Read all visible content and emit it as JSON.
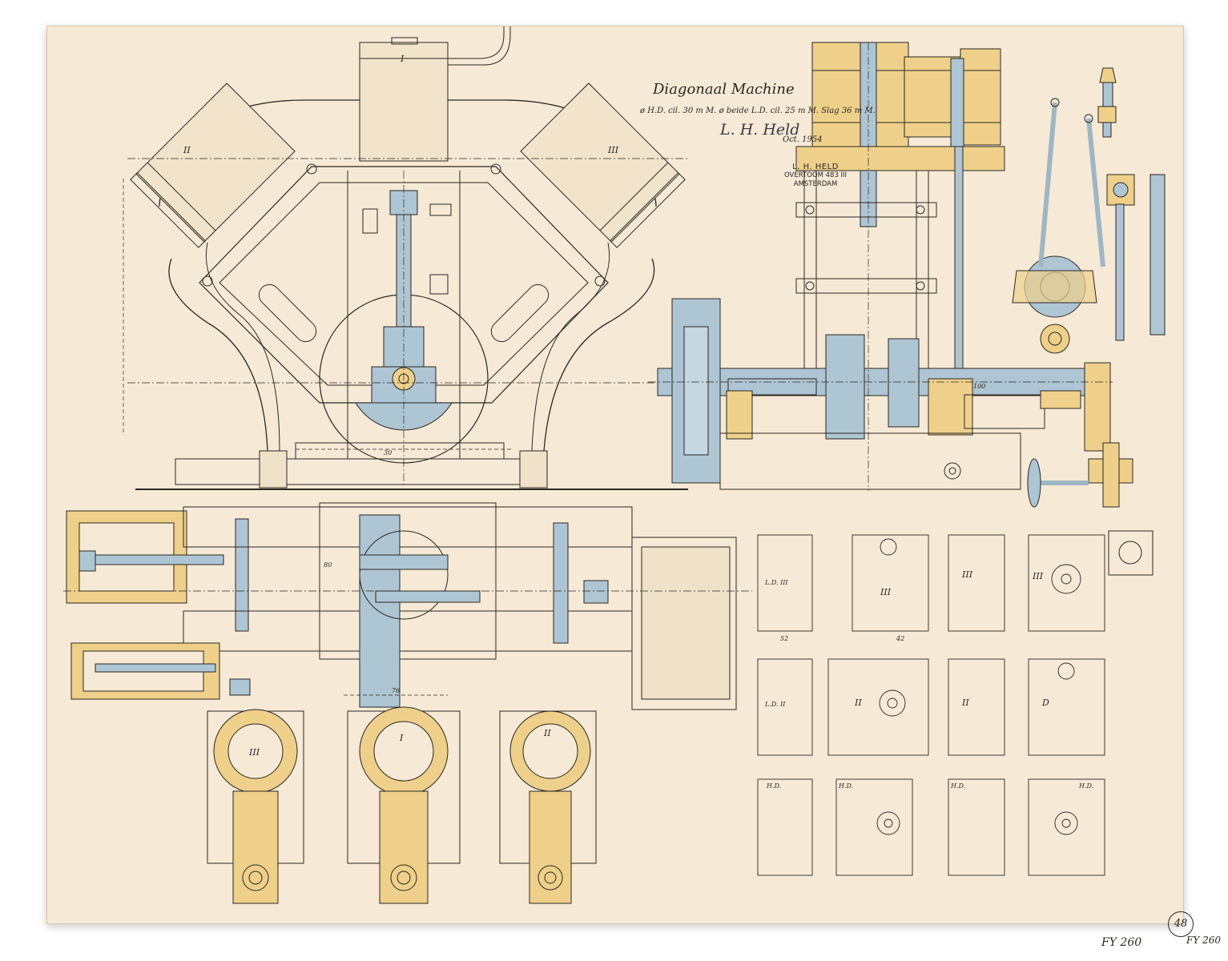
{
  "title": "Diagonaal Machine",
  "subtitle": "ø H.D. cil. 30 m M. ø beide L.D. cil. 25 m M. Slag 36 m M.",
  "signature": "L. H. Held",
  "signature_date": "Oct. 1954",
  "stamp": {
    "line1": "L. H. HELD",
    "line2": "OVERTOOM 483 III",
    "line3": "AMSTERDAM"
  },
  "cylinder_labels": {
    "top": "I",
    "left": "II",
    "right": "III"
  },
  "view_labels": {
    "ld_iii": "L.D. III",
    "ld_ii": "L.D. II",
    "hd": "H.D.",
    "iii": "III",
    "ii": "II",
    "d": "D"
  },
  "dimensions": {
    "d30": "30",
    "d76": "76",
    "d80": "80",
    "d100": "100",
    "d52": "52",
    "d42": "42"
  },
  "reference": {
    "catalog_1": "FY 260",
    "catalog_2": "FY 260",
    "circled": "48"
  },
  "colors": {
    "paper": "#f6ead6",
    "ink": "#2b2722",
    "yellow": "#eed08a",
    "blue": "#aec5d3"
  }
}
